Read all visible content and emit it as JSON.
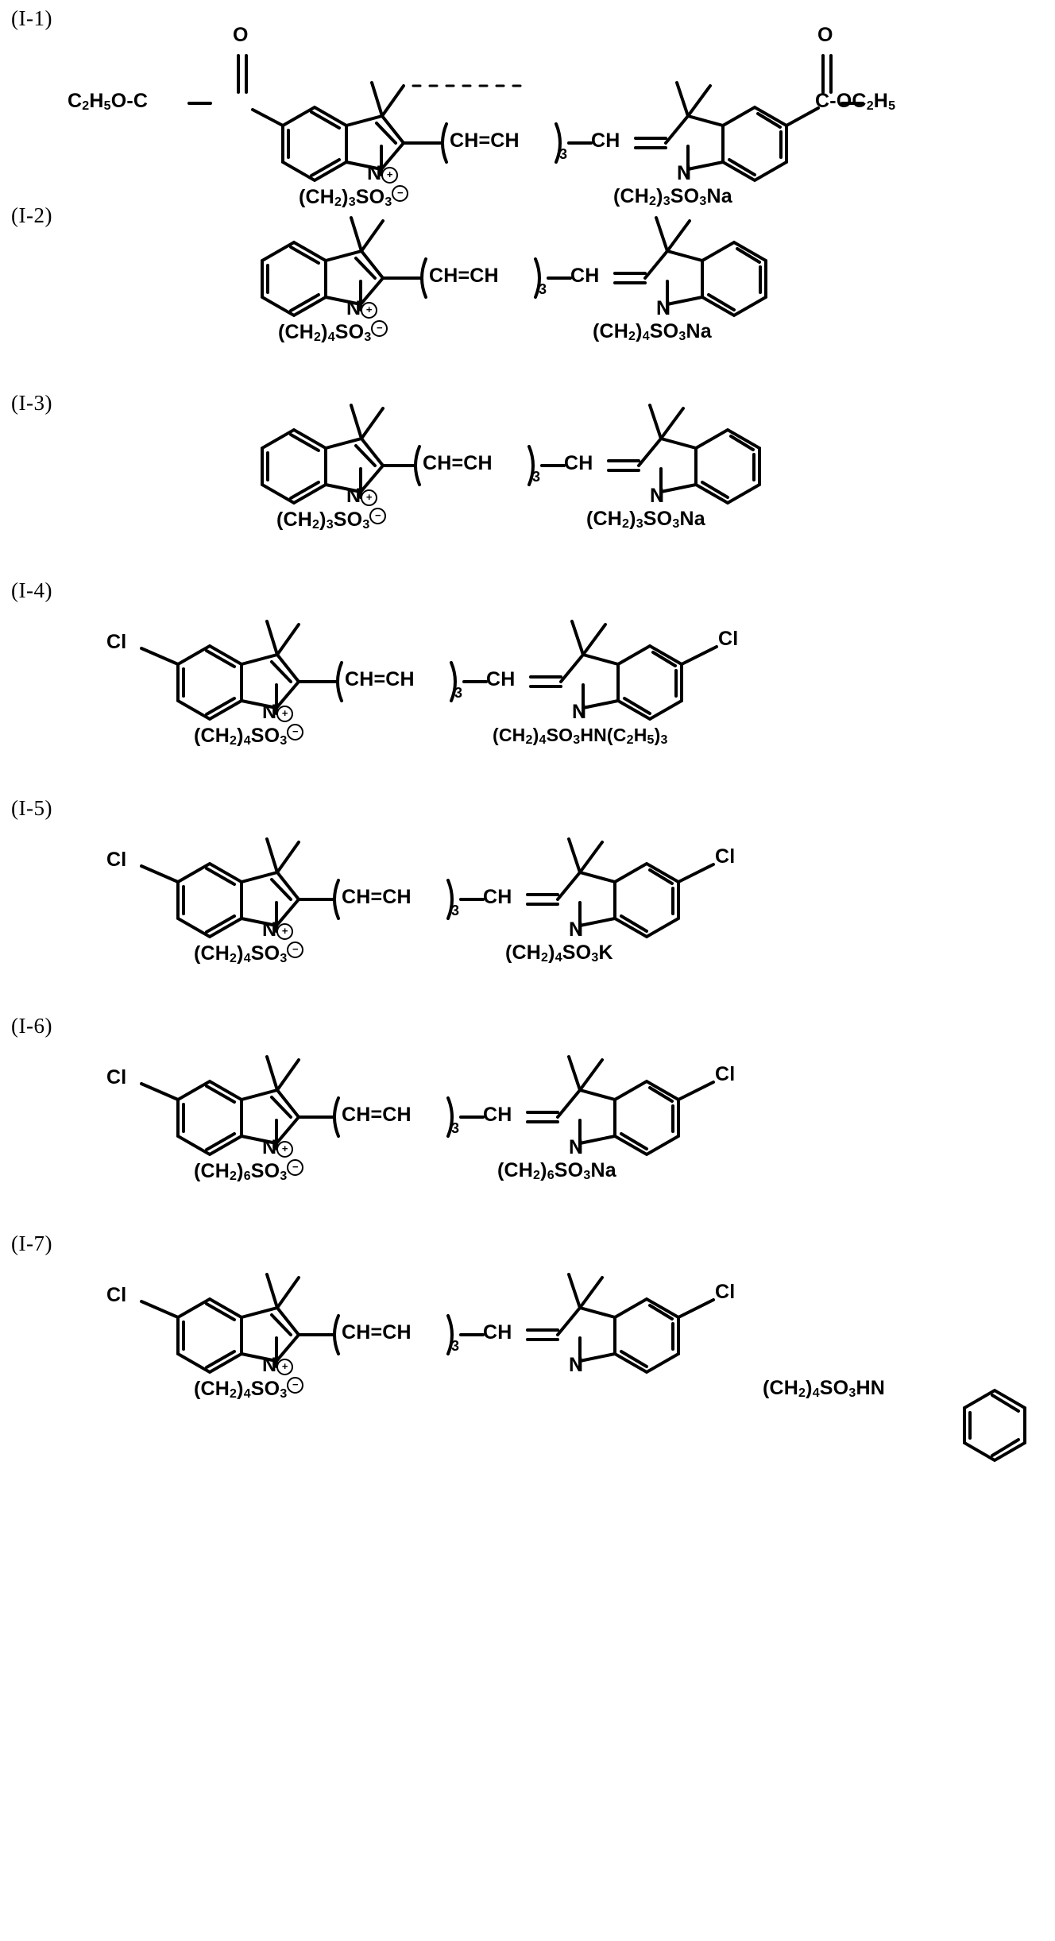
{
  "document": {
    "kind": "patent-chemical-structure-page",
    "background_color": "#ffffff",
    "ink_color": "#000000"
  },
  "structures": [
    {
      "tag": "(I-1)",
      "left_aryl_substituent": "C2H5O-CO-",
      "left_aryl_substituent_text": "C₂H₅O-C",
      "left_carbonyl": "O",
      "right_aryl_substituent_text": "C-OC₂H₅",
      "right_carbonyl": "O",
      "gem_dimethyl": "two methyls",
      "bridge": "( CH=CH )₃ CH=",
      "bridge_open": "CH",
      "bridge_eq": "=",
      "bridge_close": "CH",
      "bridge_subscript": "3",
      "bridge_tail": "CH",
      "left_nitrogen": "N",
      "left_nitrogen_charge": "+",
      "right_nitrogen": "N",
      "left_chain": "(CH₂)₃SO₃",
      "left_chain_charge": "−",
      "right_chain": "(CH₂)₃SO₃Na"
    },
    {
      "tag": "(I-2)",
      "left_aryl_substituent_text": "",
      "right_aryl_substituent_text": "",
      "bridge_open": "CH",
      "bridge_eq": "=",
      "bridge_close": "CH",
      "bridge_subscript": "3",
      "bridge_tail": "CH",
      "left_nitrogen": "N",
      "left_nitrogen_charge": "+",
      "right_nitrogen": "N",
      "left_chain": "(CH₂)₄SO₃",
      "left_chain_charge": "−",
      "right_chain": "(CH₂)₄SO₃Na"
    },
    {
      "tag": "(I-3)",
      "left_aryl_substituent_text": "",
      "right_aryl_substituent_text": "",
      "bridge_open": "CH",
      "bridge_eq": "=",
      "bridge_close": "CH",
      "bridge_subscript": "3",
      "bridge_tail": "CH",
      "left_nitrogen": "N",
      "left_nitrogen_charge": "+",
      "right_nitrogen": "N",
      "left_chain": "(CH₂)₃SO₃",
      "left_chain_charge": "−",
      "right_chain": "(CH₂)₃SO₃Na"
    },
    {
      "tag": "(I-4)",
      "left_aryl_substituent_text": "Cl",
      "right_aryl_substituent_text": "Cl",
      "bridge_open": "CH",
      "bridge_eq": "=",
      "bridge_close": "CH",
      "bridge_subscript": "3",
      "bridge_tail": "CH",
      "left_nitrogen": "N",
      "left_nitrogen_charge": "+",
      "right_nitrogen": "N",
      "left_chain": "(CH₂)₄SO₃",
      "left_chain_charge": "−",
      "right_chain": "(CH₂)₄SO₃HN(C₂H₅)₃"
    },
    {
      "tag": "(I-5)",
      "left_aryl_substituent_text": "Cl",
      "right_aryl_substituent_text": "Cl",
      "bridge_open": "CH",
      "bridge_eq": "=",
      "bridge_close": "CH",
      "bridge_subscript": "3",
      "bridge_tail": "CH",
      "left_nitrogen": "N",
      "left_nitrogen_charge": "+",
      "right_nitrogen": "N",
      "left_chain": "(CH₂)₄SO₃",
      "left_chain_charge": "−",
      "right_chain": "(CH₂)₄SO₃K"
    },
    {
      "tag": "(I-6)",
      "left_aryl_substituent_text": "Cl",
      "right_aryl_substituent_text": "Cl",
      "bridge_open": "CH",
      "bridge_eq": "=",
      "bridge_close": "CH",
      "bridge_subscript": "3",
      "bridge_tail": "CH",
      "left_nitrogen": "N",
      "left_nitrogen_charge": "+",
      "right_nitrogen": "N",
      "left_chain": "(CH₂)₆SO₃",
      "left_chain_charge": "−",
      "right_chain": "(CH₂)₆SO₃Na"
    },
    {
      "tag": "(I-7)",
      "left_aryl_substituent_text": "Cl",
      "right_aryl_substituent_text": "Cl",
      "bridge_open": "CH",
      "bridge_eq": "=",
      "bridge_close": "CH",
      "bridge_subscript": "3",
      "bridge_tail": "CH",
      "left_nitrogen": "N",
      "left_nitrogen_charge": "+",
      "right_nitrogen": "N",
      "left_chain": "(CH₂)₄SO₃",
      "left_chain_charge": "−",
      "right_chain": "(CH₂)₄SO₃HN",
      "right_counterion_ring": "pyridine"
    }
  ]
}
